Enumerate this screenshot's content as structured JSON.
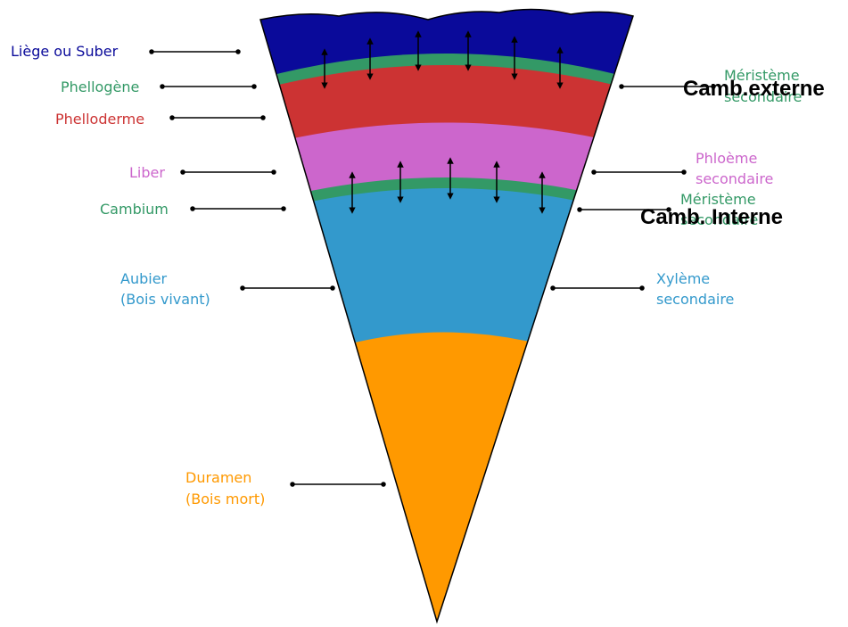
{
  "colors": {
    "suber": "#0a0a9a",
    "phellogene": "#339966",
    "phelloderme": "#cc3333",
    "liber": "#cc66cc",
    "cambium": "#339966",
    "aubier": "#3399cc",
    "duramen": "#ff9900"
  },
  "labels_left": {
    "suber": "Liège ou Suber",
    "phellogene": "Phellogène",
    "phelloderme": "Phelloderme",
    "liber": "Liber",
    "cambium": "Cambium",
    "aubier_line1": "Aubier",
    "aubier_line2": "(Bois vivant)",
    "duramen_line1": "Duramen",
    "duramen_line2": "(Bois mort)"
  },
  "labels_right": {
    "meristeme_top_line1": "Méristème",
    "meristeme_top_line2": "secondaire",
    "phloeme_line1": "Phloème",
    "phloeme_line2": "secondaire",
    "meristeme_bottom_line1": "Méristème",
    "meristeme_bottom_line2": "secondaire",
    "xyleme_line1": "Xylème",
    "xyleme_line2": "secondaire"
  },
  "overlay": {
    "camb_externe": "Camb.externe",
    "camb_interne": "Camb. Interne"
  }
}
